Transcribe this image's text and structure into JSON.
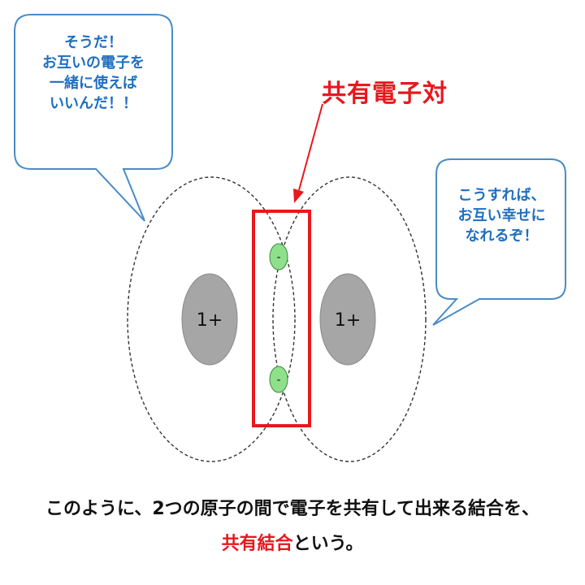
{
  "bubble_left": {
    "lines": [
      "そうだ！",
      "お互いの電子を",
      "一緒に使えば",
      "いいんだ！！"
    ]
  },
  "bubble_right": {
    "lines": [
      "こうすれば、",
      "お互い幸せに",
      "なれるぞ！"
    ]
  },
  "pair_label": "共有電子対",
  "atoms": {
    "left_nucleus": "1+",
    "right_nucleus": "1+",
    "electron_top": "-",
    "electron_bottom": "-"
  },
  "caption": {
    "line1": "このように、2つの原子の間で電子を共有して出来る結合を、",
    "line2_highlight": "共有結合",
    "line2_rest": "という。"
  },
  "colors": {
    "bubble_border": "#4a8cc4",
    "bubble_text": "#1f6fc0",
    "highlight_red": "#e8181d",
    "nucleus_fill": "#a6a6a6",
    "electron_fill": "#8fe08a"
  }
}
